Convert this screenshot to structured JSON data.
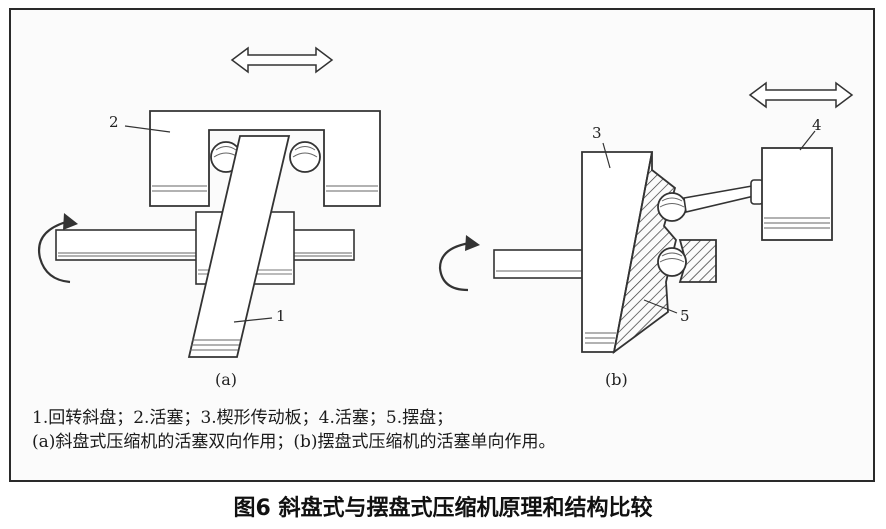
{
  "labels": {
    "part1": "1",
    "part2": "2",
    "part3": "3",
    "part4": "4",
    "part5": "5",
    "sub_a": "(a)",
    "sub_b": "(b)"
  },
  "legend": {
    "line1": "1.回转斜盘；2.活塞；3.楔形传动板；4.活塞；5.摆盘；",
    "line2": "(a)斜盘式压缩机的活塞双向作用；(b)摆盘式压缩机的活塞单向作用。"
  },
  "caption": "图6 斜盘式与摆盘式压缩机原理和结构比较",
  "icons": [
    "double-arrow-icon",
    "rotation-arrow-icon"
  ]
}
